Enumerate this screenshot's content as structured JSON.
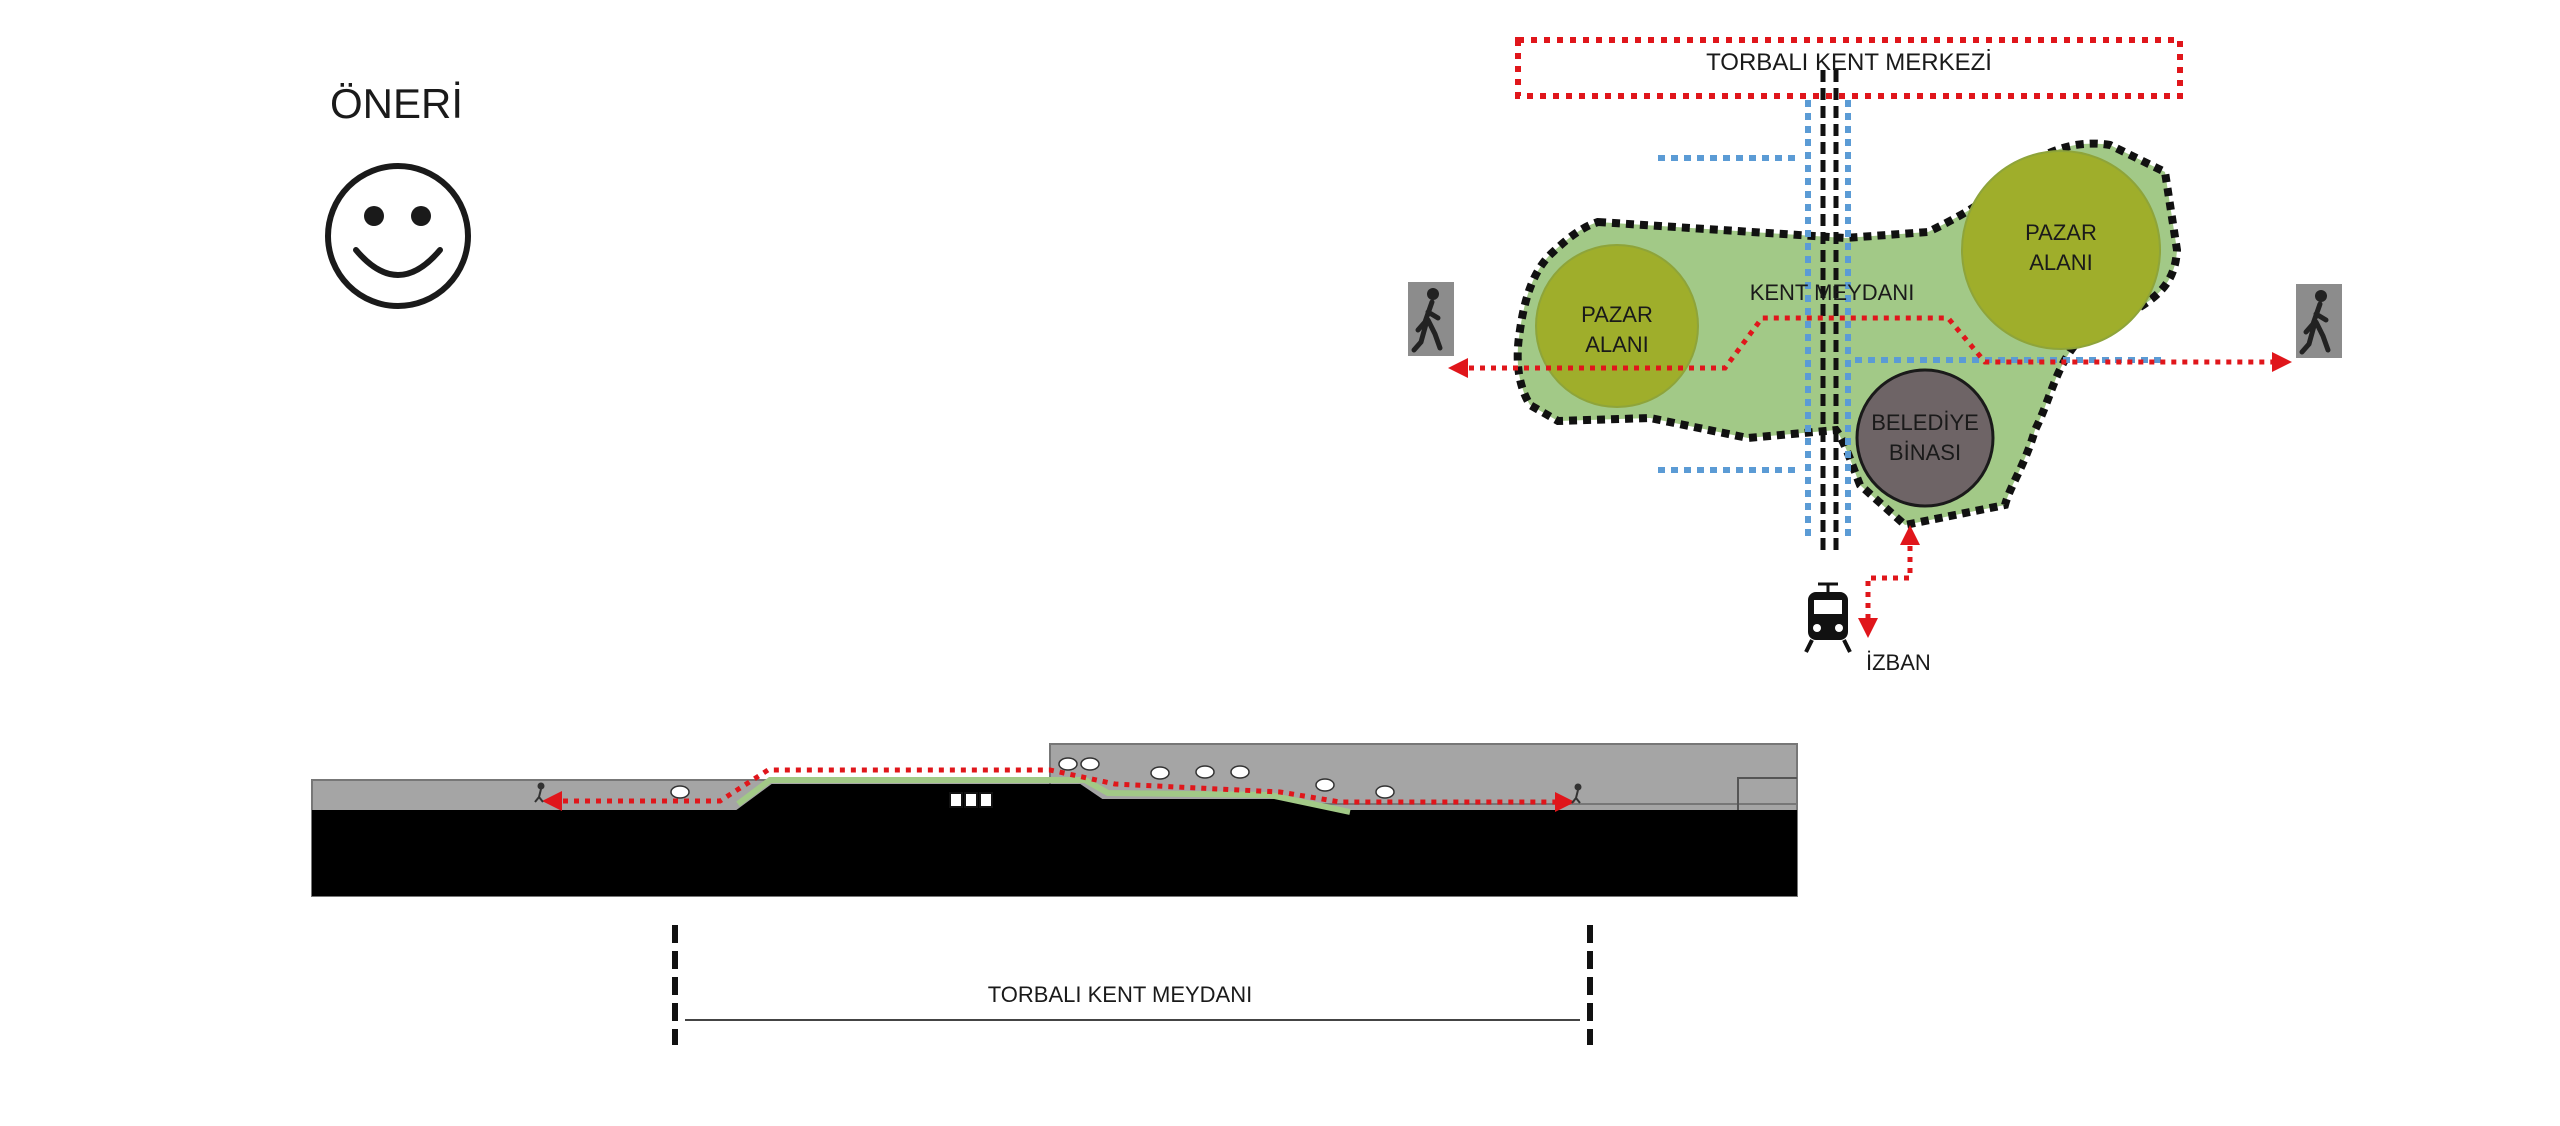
{
  "heading": "ÖNERİ",
  "plan": {
    "city_center_label": "TORBALI KENT MERKEZİ",
    "square_label": "KENT MEYDANI",
    "market_left": [
      "PAZAR",
      "ALANI"
    ],
    "market_right": [
      "PAZAR",
      "ALANI"
    ],
    "municipality": [
      "BELEDİYE",
      "BİNASI"
    ],
    "train_label": "İZBAN"
  },
  "section": {
    "dimension_label": "TORBALI KENT MEYDANI"
  },
  "icons": [
    "smiley-face-icon",
    "pedestrian-sign-icon",
    "tram-icon",
    "tree-icon",
    "bus-icon"
  ],
  "colors": {
    "route_red": "#e0161b",
    "tram_blue": "#5b9bd5",
    "park_green": "#a2c987",
    "market_olive": "#9fae2b",
    "building_grey": "#6e6466",
    "ground_grey": "#a5a5a5",
    "earth_black": "#000000"
  }
}
